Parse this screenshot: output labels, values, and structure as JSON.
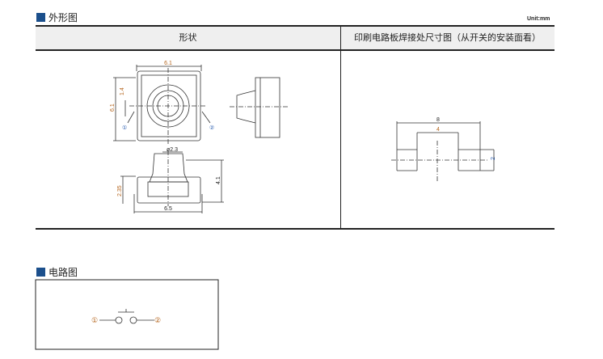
{
  "section1": {
    "title": "外形图",
    "unit": "Unit:mm",
    "col_shape": "形状",
    "col_pcb": "印刷电路板焊接处尺寸图（从开关的安装面看）"
  },
  "dims": {
    "top_width": "6.1",
    "left_height": "6.1",
    "pitch": "1.4",
    "terminal1": "①",
    "terminal2": "②",
    "stem_dia": "ø2.3",
    "height": "4.1",
    "body_height": "2.35",
    "bottom_width": "6.5"
  },
  "pcb_dims": {
    "outer": "8",
    "inner": "4",
    "pad": "2"
  },
  "section2": {
    "title": "电路图",
    "terminal1": "①",
    "terminal2": "②"
  },
  "colors": {
    "accent": "#1b4f8c",
    "dim_text": "#b5651d",
    "marker": "#2a5db0"
  }
}
